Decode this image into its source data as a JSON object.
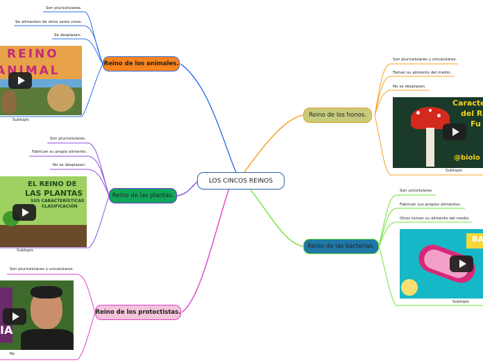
{
  "root": {
    "label": "LOS CINCOS REINOS"
  },
  "branches": {
    "animales": {
      "label": "Reino de los animales.",
      "color": "#f7841e",
      "line": "#2d6fe8",
      "leaves": [
        "Son pluricelulares.",
        "Se alimentan de otros seres vivos.",
        "Se desplazan."
      ],
      "video": {
        "caption": "Subtopic",
        "art": [
          "REINO",
          "ANIMAL"
        ]
      }
    },
    "plantas": {
      "label": "Reino de las plantas.",
      "color": "#10a65a",
      "line": "#8a4fe0",
      "leaves": [
        "Son pluricelulares.",
        "Fabrican su propio alimento.",
        "No se desplazan."
      ],
      "video": {
        "caption": "Subtopic",
        "art": [
          "EL REINO DE",
          "LAS PLANTAS",
          "SUS CARACTERÍSTICAS",
          "CLASIFICACIÓN"
        ]
      }
    },
    "protoctistas": {
      "label": "Reino de los protoctistas.",
      "color": "#f3c4da",
      "line": "#e040c8",
      "leaves": [
        "Son pluricelulares y unicelulares."
      ],
      "video": {
        "caption": "Re",
        "art": [
          "IA"
        ]
      }
    },
    "hongos": {
      "label": "Reino de los honos.",
      "color": "#c6cb7c",
      "line": "#f5a020",
      "leaves": [
        "Son pluricelulares y unicelulares.",
        "Toman su alimento del medio.",
        "No se desplazan."
      ],
      "video": {
        "caption": "Subtopic",
        "art": [
          "Caracte",
          "del R",
          "Fu",
          "@biolo"
        ]
      }
    },
    "bacterias": {
      "label": "Reino de las bacterias.",
      "color": "#1f78a6",
      "line": "#6ee03a",
      "leaves": [
        "Son unicelulares.",
        "Fabrican sus propios alimentos.",
        "Otros toman su alimento del medio."
      ],
      "video": {
        "caption": "Subtopic",
        "art": [
          "BA"
        ]
      }
    }
  },
  "icons": [
    "play-icon"
  ]
}
